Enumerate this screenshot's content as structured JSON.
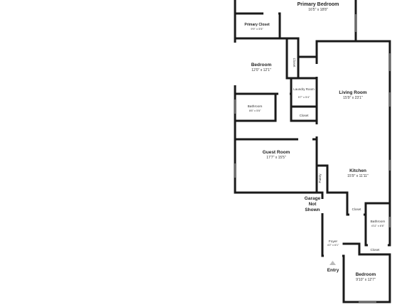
{
  "rooms": {
    "primary_bedroom": {
      "name": "Primary Bedroom",
      "dims": "16'5\" x 18'8\""
    },
    "primary_closet": {
      "name": "Primary Closet",
      "dims": "9'9\" x 5'5\""
    },
    "bedroom_1": {
      "name": "Bedroom",
      "dims": "12'0\" x 12'1\""
    },
    "closet_bed1": {
      "name": "Closet"
    },
    "laundry": {
      "name": "Laundry Room",
      "dims": "5'7\" x 5'4\""
    },
    "closet_laundry": {
      "name": "Closet"
    },
    "bathroom_1": {
      "name": "Bathroom",
      "dims": "8'6\" x 5'6\""
    },
    "living_room": {
      "name": "Living Room",
      "dims": "15'9\" x 23'1\""
    },
    "guest_room": {
      "name": "Guest Room",
      "dims": "17'7\" x 15'5\""
    },
    "pantry": {
      "name": "Pantry"
    },
    "kitchen": {
      "name": "Kitchen",
      "dims": "15'9\" x 11'11\""
    },
    "closet_bath2": {
      "name": "Closet"
    },
    "bathroom_2": {
      "name": "Bathroom",
      "dims": "4'11\" x 6'6\""
    },
    "closet_bed2": {
      "name": "Closet"
    },
    "foyer": {
      "name": "Foyer",
      "dims": "4'2\" x 6'1\""
    },
    "bedroom_2": {
      "name": "Bedroom",
      "dims": "9'10\" x 12'7\""
    }
  },
  "labels": {
    "garage": [
      "Garage",
      "Not",
      "Shown"
    ],
    "entry": "Entry"
  }
}
